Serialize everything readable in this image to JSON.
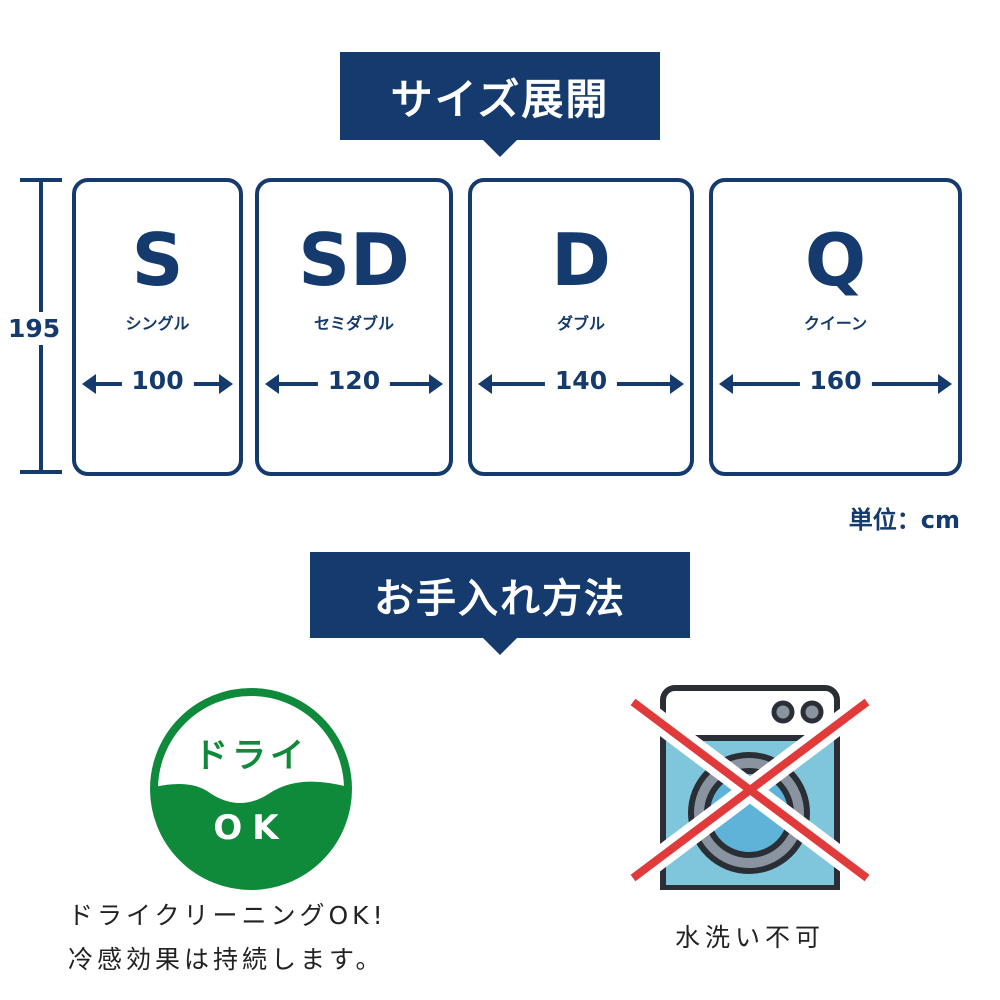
{
  "size_section": {
    "title": "サイズ展開",
    "height_value": "195",
    "unit": "単位：cm",
    "sizes": [
      {
        "code": "S",
        "name": "シングル",
        "width": "100"
      },
      {
        "code": "SD",
        "name": "セミダブル",
        "width": "120"
      },
      {
        "code": "D",
        "name": "ダブル",
        "width": "140"
      },
      {
        "code": "Q",
        "name": "クイーン",
        "width": "160"
      }
    ]
  },
  "care_section": {
    "title": "お手入れ方法",
    "dry": {
      "badge_top": "ドライ",
      "badge_bottom": "OK",
      "lines": [
        "ドライクリーニングOK!",
        "冷感効果は持続します。"
      ]
    },
    "wash": {
      "label": "水洗い不可"
    }
  },
  "colors": {
    "navy": "#143a6e",
    "green": "#0e8a3a",
    "red": "#e03a3a",
    "washer_blue": "#7fc6dc"
  }
}
